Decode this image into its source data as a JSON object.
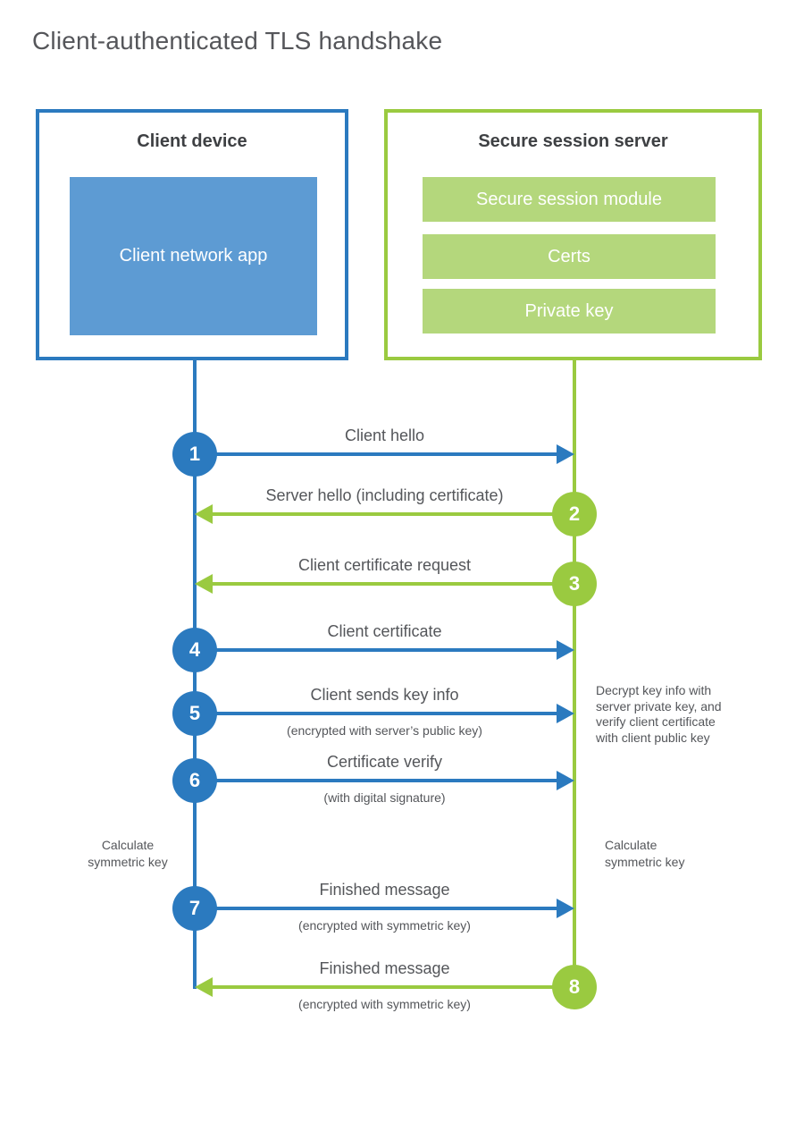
{
  "title": "Client-authenticated TLS handshake",
  "colors": {
    "blue": "#2b7abf",
    "blue_fill": "#5d9bd3",
    "green": "#9aca40",
    "green_fill": "#b4d77c",
    "text": "#54565a",
    "heading": "#3e4043"
  },
  "client": {
    "title": "Client device",
    "modules": [
      "Client network app"
    ]
  },
  "server": {
    "title": "Secure session server",
    "modules": [
      "Secure session module",
      "Certs",
      "Private key"
    ]
  },
  "messages": [
    {
      "step": "1",
      "from": "client",
      "label": "Client hello",
      "sublabel": ""
    },
    {
      "step": "2",
      "from": "server",
      "label": "Server hello (including certificate)",
      "sublabel": ""
    },
    {
      "step": "3",
      "from": "server",
      "label": "Client certificate request",
      "sublabel": ""
    },
    {
      "step": "4",
      "from": "client",
      "label": "Client certificate",
      "sublabel": ""
    },
    {
      "step": "5",
      "from": "client",
      "label": "Client sends key info",
      "sublabel": "(encrypted with server’s public key)"
    },
    {
      "step": "6",
      "from": "client",
      "label": "Certificate verify",
      "sublabel": "(with digital signature)"
    },
    {
      "step": "7",
      "from": "client",
      "label": "Finished message",
      "sublabel": "(encrypted with symmetric key)"
    },
    {
      "step": "8",
      "from": "server",
      "label": "Finished message",
      "sublabel": "(encrypted with symmetric key)"
    }
  ],
  "notes": {
    "decrypt": "Decrypt key info with server private key, and verify client certificate with client public key",
    "calc_left": "Calculate symmetric key",
    "calc_right": "Calculate symmetric key"
  }
}
